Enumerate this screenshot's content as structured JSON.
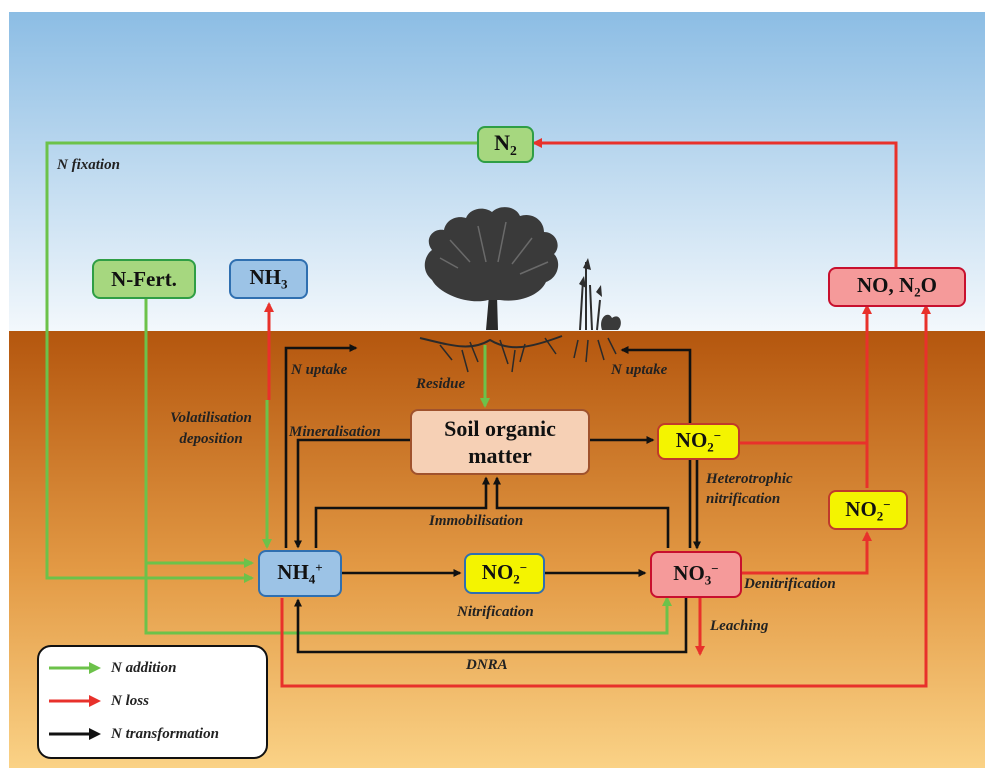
{
  "nodes": {
    "n2": "N",
    "n2_sub": "2",
    "nfert": "N-Fert.",
    "nh3": "NH",
    "nh3_sub": "3",
    "no_n2o": "NO, N",
    "no_n2o_sub": "2",
    "no_n2o_tail": "O",
    "som_line1": "Soil organic",
    "som_line2": "matter",
    "no2_top": "NO",
    "no2_top_sub": "2",
    "no2_top_sup": "−",
    "no2_right": "NO",
    "no2_right_sub": "2",
    "no2_right_sup": "−",
    "nh4": "NH",
    "nh4_sub": "4",
    "nh4_sup": "+",
    "no2_mid": "NO",
    "no2_mid_sub": "2",
    "no2_mid_sup": "−",
    "no3": "NO",
    "no3_sub": "3",
    "no3_sup": "−"
  },
  "labels": {
    "n_fixation": "N fixation",
    "n_uptake_left": "N uptake",
    "residue": "Residue",
    "n_uptake_right": "N uptake",
    "volatilisation_1": "Volatilisation",
    "volatilisation_2": "deposition",
    "mineralisation": "Mineralisation",
    "heterotrophic_1": "Heterotrophic",
    "heterotrophic_2": "nitrification",
    "immobilisation": "Immobilisation",
    "denitrification": "Denitrification",
    "nitrification": "Nitrification",
    "leaching": "Leaching",
    "dnra": "DNRA"
  },
  "legend": [
    {
      "label": "N addition",
      "color": "#6cc24a"
    },
    {
      "label": "N loss",
      "color": "#e8312b"
    },
    {
      "label": "N transformation",
      "color": "#111111"
    }
  ],
  "colors": {
    "addition": "#6cc24a",
    "loss": "#e8312b",
    "transformation": "#111111",
    "sky_top": "#8dbde3",
    "soil_top": "#b5590f",
    "soil_bottom": "#f9cd7a"
  }
}
